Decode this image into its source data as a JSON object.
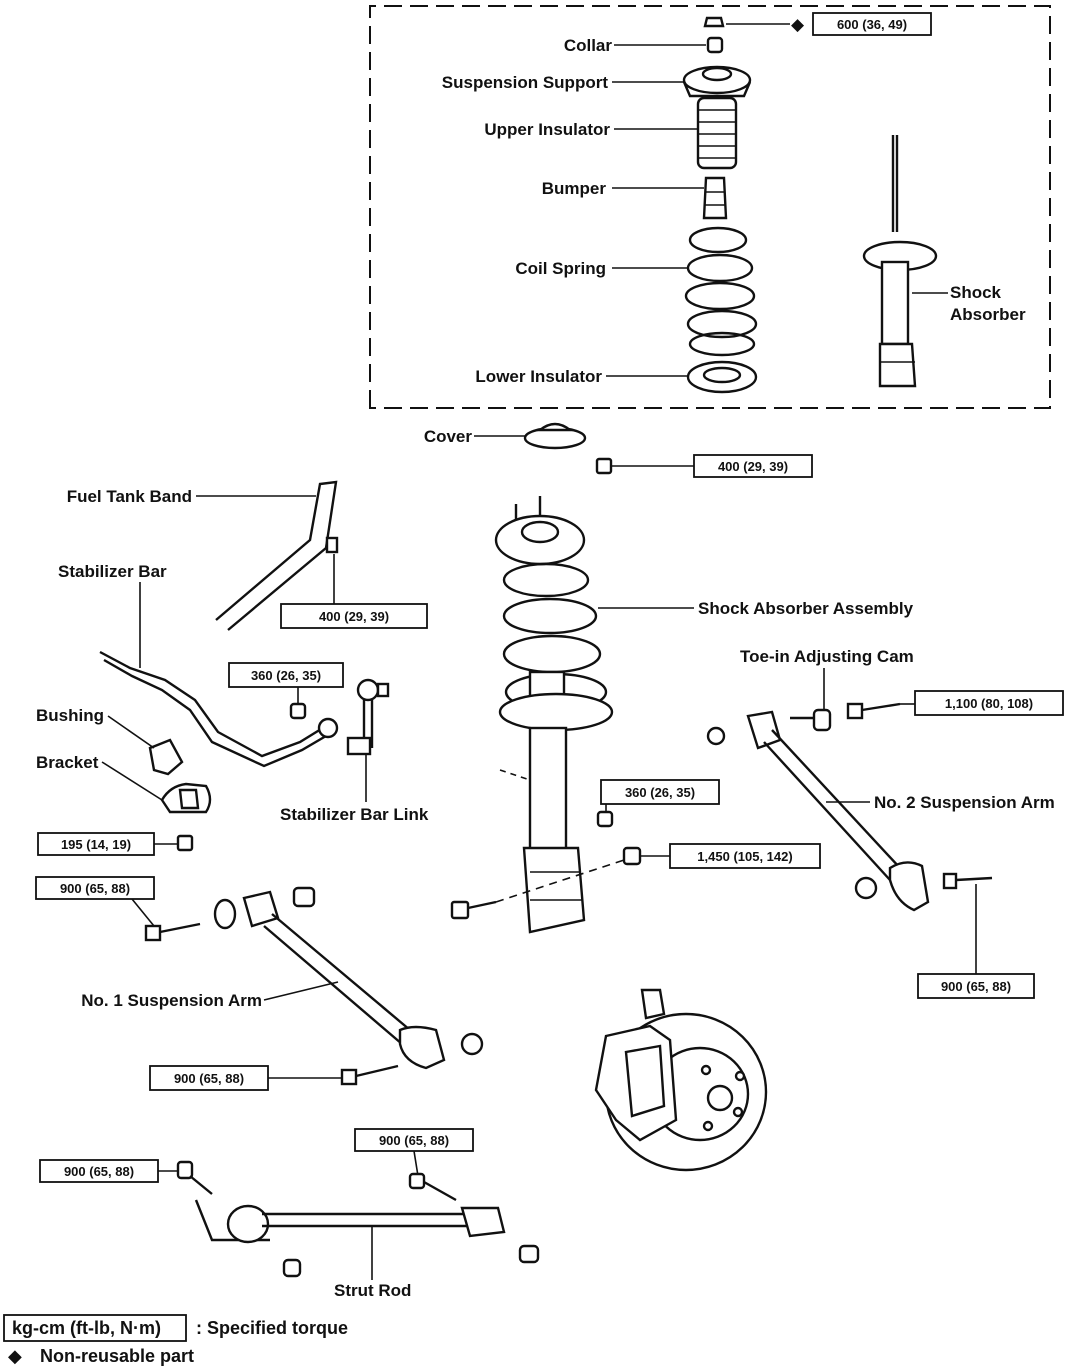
{
  "labels": {
    "collar": "Collar",
    "suspension_support": "Suspension Support",
    "upper_insulator": "Upper Insulator",
    "bumper": "Bumper",
    "coil_spring": "Coil Spring",
    "lower_insulator": "Lower Insulator",
    "shock_absorber_1": "Shock",
    "shock_absorber_2": "Absorber",
    "cover": "Cover",
    "fuel_tank_band": "Fuel Tank Band",
    "stabilizer_bar": "Stabilizer Bar",
    "shock_absorber_assembly": "Shock Absorber Assembly",
    "toe_in_adjusting_cam": "Toe-in Adjusting Cam",
    "bushing": "Bushing",
    "bracket": "Bracket",
    "stabilizer_bar_link": "Stabilizer Bar Link",
    "no2_suspension_arm": "No. 2 Suspension Arm",
    "no1_suspension_arm": "No. 1 Suspension Arm",
    "strut_rod": "Strut Rod"
  },
  "torques": {
    "t_top_nut": "600 (36, 49)",
    "t_cover_nut": "400 (29, 39)",
    "t_fuel_band": "400 (29, 39)",
    "t_stab_link_upper": "360 (26, 35)",
    "t_stab_link_lower": "360 (26, 35)",
    "t_toe_cam": "1,100 (80, 108)",
    "t_bracket": "195 (14, 19)",
    "t_knuckle": "1,450 (105, 142)",
    "t_no1_inner": "900 (65, 88)",
    "t_no1_outer": "900 (65, 88)",
    "t_no2_outer": "900 (65, 88)",
    "t_strut_rod_front": "900 (65, 88)",
    "t_strut_rod_rear": "900 (65, 88)"
  },
  "legend": {
    "torque_unit": "kg-cm (ft-lb, N·m)",
    "torque_desc": ": Specified torque",
    "nonreusable_symbol": "◆",
    "nonreusable_desc": "Non-reusable part"
  }
}
